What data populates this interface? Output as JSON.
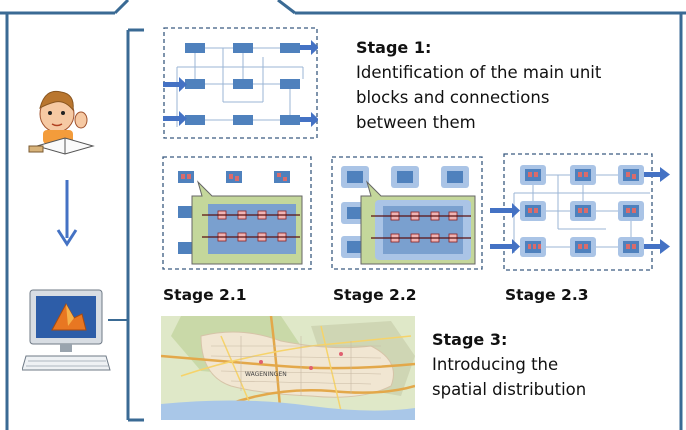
{
  "stage1": {
    "title": "Stage 1:",
    "desc_lines": [
      "Identification of the main unit",
      "blocks and connections",
      "between them"
    ]
  },
  "stage2": {
    "labels": [
      "Stage 2.1",
      "Stage 2.2",
      "Stage 2.3"
    ]
  },
  "stage3": {
    "title": "Stage 3:",
    "desc_lines": [
      "Introducing the",
      "spatial distribution"
    ]
  },
  "map": {
    "city_label": "WAGENINGEN"
  },
  "icons": [
    "student-reading-icon",
    "arrow-down-icon",
    "computer-matlab-icon"
  ],
  "colors": {
    "frame": "#3a6a94",
    "block": "#4f81bd",
    "arrow": "#4472c4",
    "callout": "#c4d79b",
    "light_block": "#aac4e6",
    "red_block": "#d96b6b"
  }
}
